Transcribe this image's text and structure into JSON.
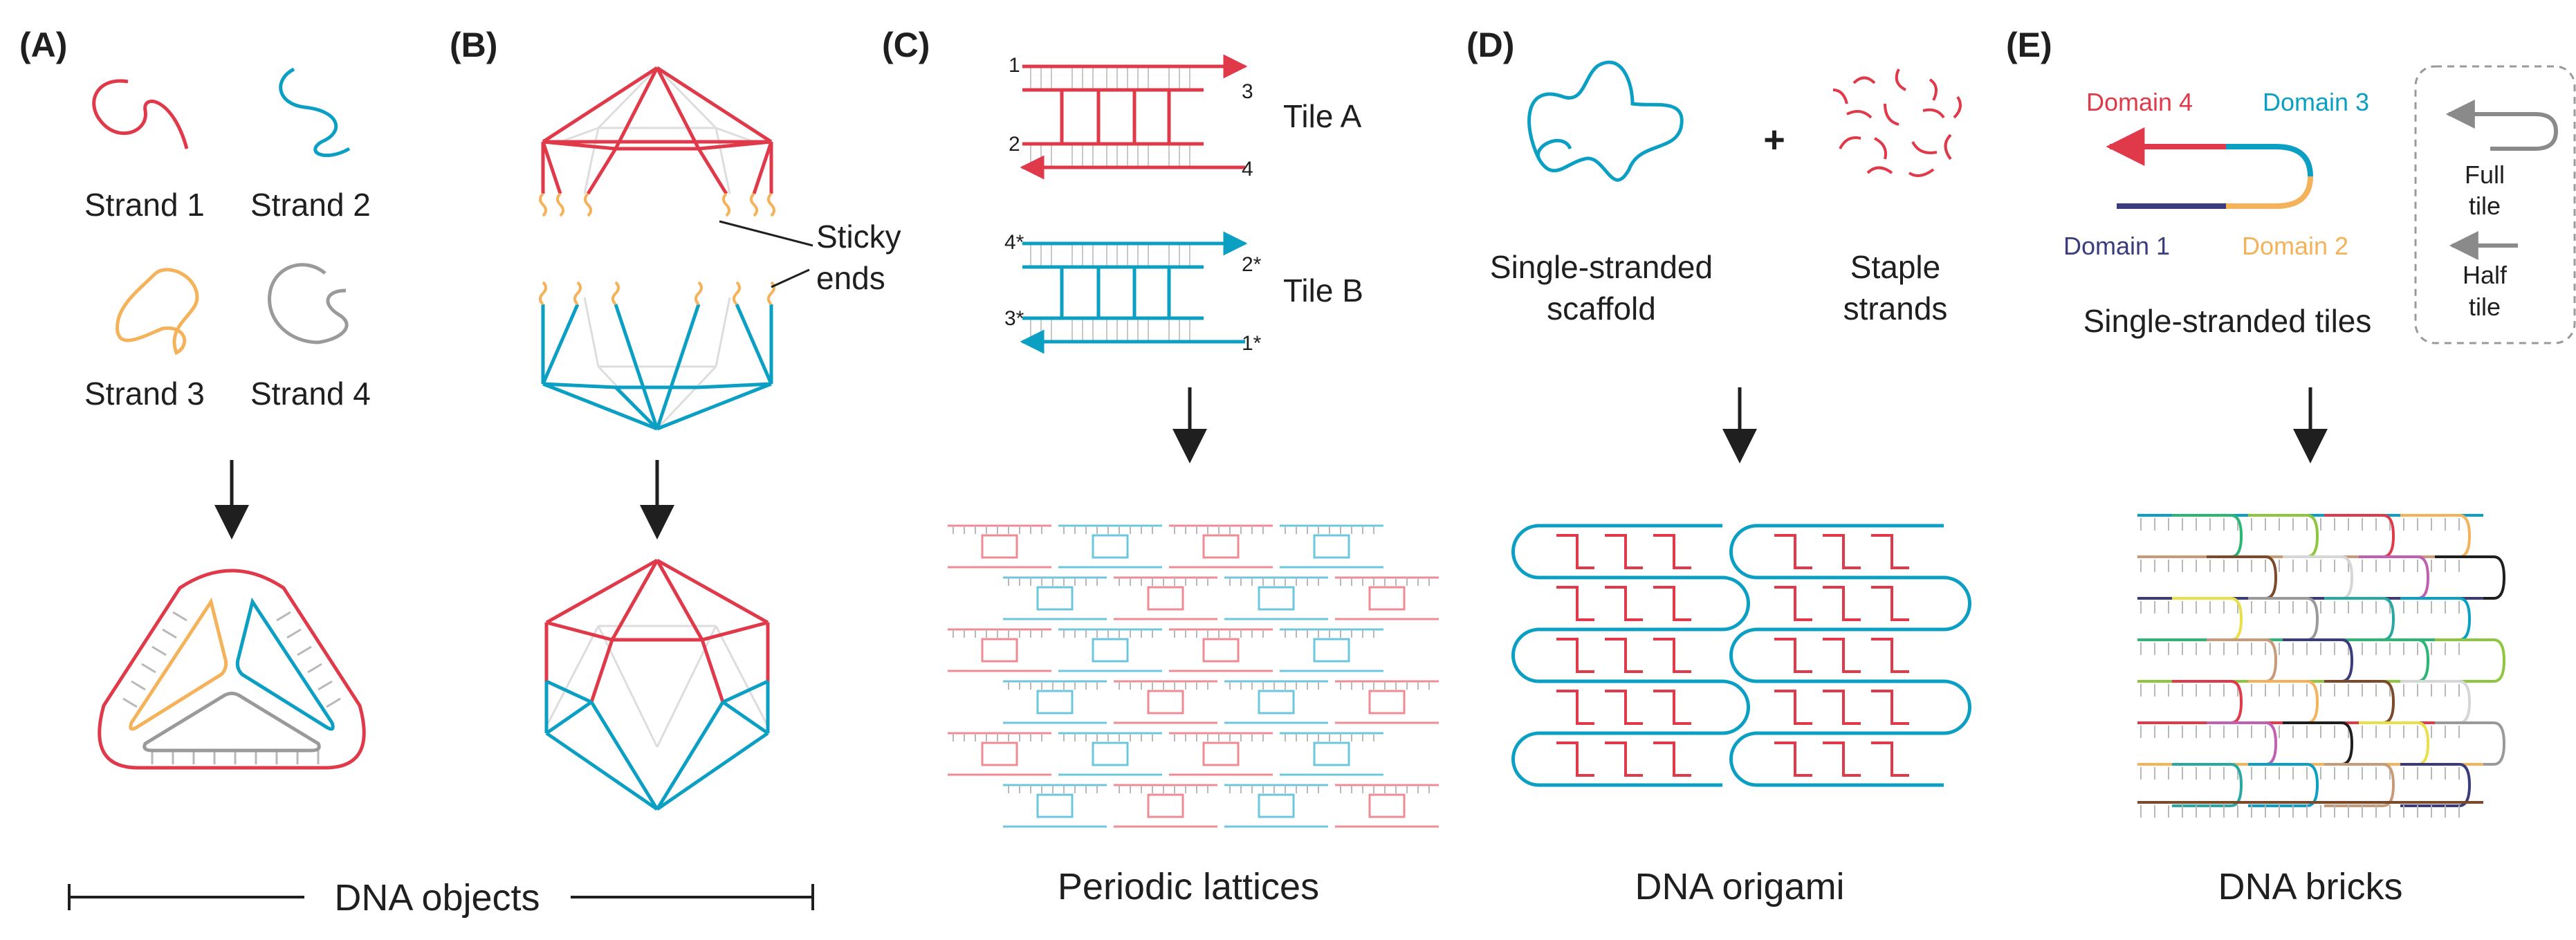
{
  "colors": {
    "red": "#e0394a",
    "teal": "#0b9fc4",
    "orange": "#f4b25a",
    "gray": "#9a9a9a",
    "navy": "#3a3c7c",
    "light_red": "#ee8b95",
    "light_teal": "#6cc7dd",
    "rung": "#b8b8b8"
  },
  "panel_a": {
    "label": "(A)",
    "strands": [
      "Strand 1",
      "Strand 2",
      "Strand 3",
      "Strand 4"
    ]
  },
  "panel_b": {
    "label": "(B)",
    "annotation_line1": "Sticky",
    "annotation_line2": "ends"
  },
  "panel_c": {
    "label": "(C)",
    "tile_a": "Tile A",
    "tile_b": "Tile B",
    "tile_a_ends": [
      "1",
      "2",
      "3",
      "4"
    ],
    "tile_b_ends": [
      "4*",
      "3*",
      "2*",
      "1*"
    ],
    "caption": "Periodic lattices"
  },
  "panel_d": {
    "label": "(D)",
    "plus": "+",
    "scaffold_line1": "Single-stranded",
    "scaffold_line2": "scaffold",
    "staple_line1": "Staple",
    "staple_line2": "strands",
    "caption": "DNA origami"
  },
  "panel_e": {
    "label": "(E)",
    "domains": [
      "Domain 1",
      "Domain 2",
      "Domain 3",
      "Domain 4"
    ],
    "tiles_label": "Single-stranded tiles",
    "full_tile_line1": "Full",
    "full_tile_line2": "tile",
    "half_tile_line1": "Half",
    "half_tile_line2": "tile",
    "caption": "DNA bricks"
  },
  "footer": {
    "objects_caption": "DNA objects"
  }
}
